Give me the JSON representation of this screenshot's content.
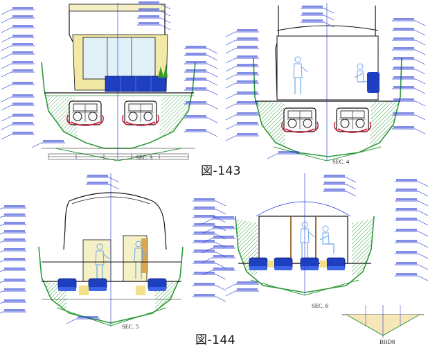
{
  "figures": [
    {
      "id": "fig143",
      "caption": "図-143"
    },
    {
      "id": "fig144",
      "caption": "図-144"
    }
  ],
  "sections": [
    {
      "label": "SEC. 3"
    },
    {
      "label": "SEC. 4"
    },
    {
      "label": "SEC. 5"
    },
    {
      "label": "SEC. 6"
    },
    {
      "label": "BHD8"
    }
  ],
  "colors": {
    "hull_green": "#2e9a3a",
    "callout_blue": "#1b2fd0",
    "engine_red": "#c8102e",
    "deck_yellow": "#f3e9a6",
    "seat_blue": "#1e3fbf",
    "figure_blue": "#6aa6e8",
    "wood": "#d9a850"
  },
  "icons": [
    "hull-section-drawing",
    "engine-icon",
    "human-figure-icon",
    "seat-icon",
    "plant-icon"
  ]
}
